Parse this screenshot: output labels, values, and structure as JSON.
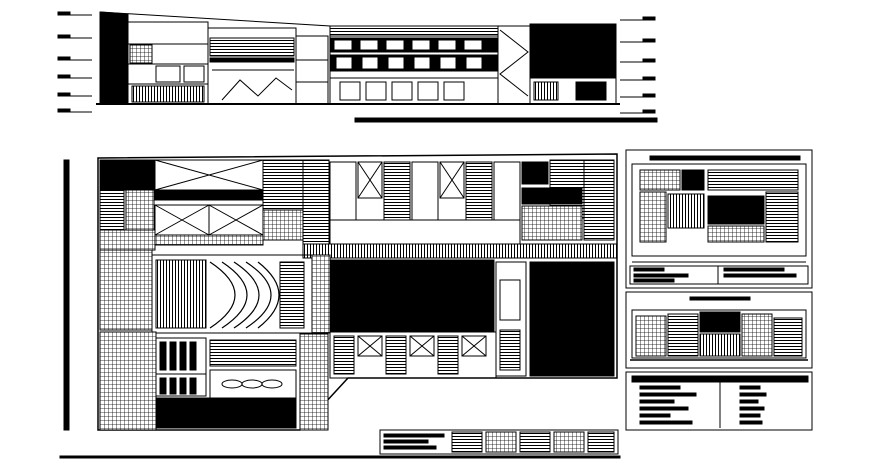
{
  "drawing": {
    "views": [
      "top-section-elevation",
      "main-floor-plan",
      "key-plan-thumbnail",
      "key-section-thumbnail",
      "title-block"
    ],
    "colors": {
      "background": "#ffffff",
      "ink": "#000000"
    },
    "text": {
      "has_legible_text": false
    }
  }
}
